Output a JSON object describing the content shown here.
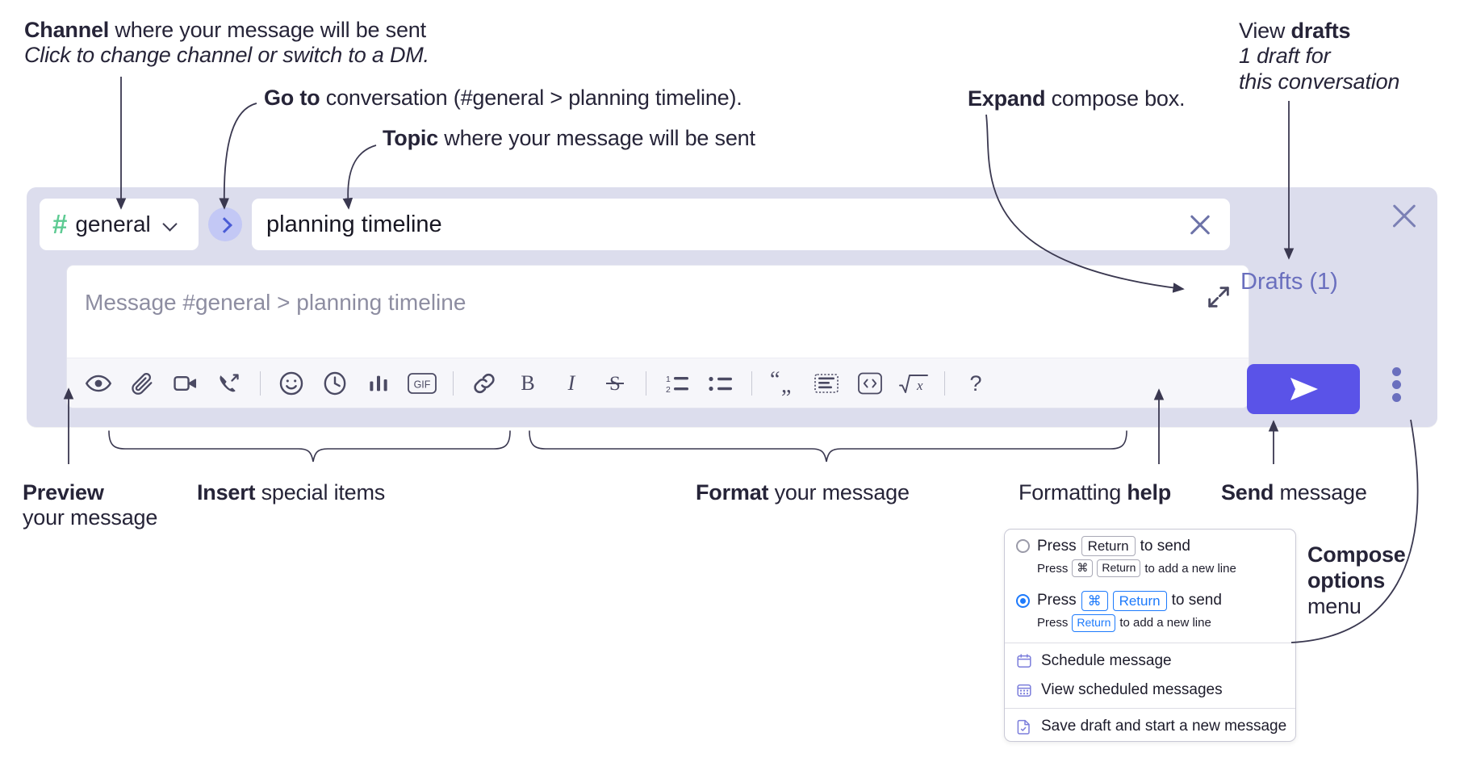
{
  "annotations": {
    "channel": {
      "bold": "Channel",
      "rest": " where your message will be sent",
      "italic": "Click to change channel or switch to a DM."
    },
    "goto": {
      "bold": "Go to",
      "rest": " conversation (#general > planning timeline)."
    },
    "topic": {
      "bold": "Topic",
      "rest": " where your message will be sent"
    },
    "expand": {
      "bold": "Expand",
      "rest": " compose box."
    },
    "drafts": {
      "line1_plain": "View ",
      "line1_bold": "drafts",
      "line2": "1 draft for",
      "line3": "this conversation"
    },
    "preview": {
      "bold": "Preview",
      "line2": "your message"
    },
    "insert": {
      "bold": "Insert",
      "rest": " special items"
    },
    "format": {
      "bold": "Format",
      "rest": " your message"
    },
    "help": {
      "plain": "Formatting ",
      "bold": "help"
    },
    "send": {
      "bold": "Send",
      "rest": " message"
    },
    "compose_options": {
      "bold1": "Compose",
      "bold2": "options",
      "plain": "menu"
    }
  },
  "compose": {
    "channel": {
      "hash": "#",
      "name": "general"
    },
    "topic": {
      "value": "planning timeline"
    },
    "message": {
      "placeholder": "Message #general > planning timeline"
    },
    "drafts_label": "Drafts (1)",
    "toolbar": [
      {
        "name": "preview-icon",
        "label": "Preview"
      },
      {
        "name": "attachment-icon",
        "label": "Attach file"
      },
      {
        "name": "video-icon",
        "label": "Video clip"
      },
      {
        "name": "audio-clip-icon",
        "label": "Audio clip"
      },
      {
        "name": "separator",
        "label": ""
      },
      {
        "name": "emoji-icon",
        "label": "Emoji"
      },
      {
        "name": "clock-icon",
        "label": "Reminder"
      },
      {
        "name": "poll-icon",
        "label": "Poll"
      },
      {
        "name": "gif-icon",
        "label": "GIF"
      },
      {
        "name": "separator",
        "label": ""
      },
      {
        "name": "link-icon",
        "label": "Link"
      },
      {
        "name": "bold-icon",
        "label": "B"
      },
      {
        "name": "italic-icon",
        "label": "I"
      },
      {
        "name": "strikethrough-icon",
        "label": "S"
      },
      {
        "name": "separator",
        "label": ""
      },
      {
        "name": "ordered-list-icon",
        "label": "Ordered list"
      },
      {
        "name": "bulleted-list-icon",
        "label": "Bulleted list"
      },
      {
        "name": "separator",
        "label": ""
      },
      {
        "name": "blockquote-icon",
        "label": "Blockquote"
      },
      {
        "name": "code-block-icon",
        "label": "Code block"
      },
      {
        "name": "code-icon",
        "label": "Code"
      },
      {
        "name": "math-icon",
        "label": "Math"
      },
      {
        "name": "separator",
        "label": ""
      },
      {
        "name": "help-icon",
        "label": "?"
      }
    ]
  },
  "options_menu": {
    "option_1": {
      "selected": false,
      "main_prefix": "Press",
      "main_key": "Return",
      "main_suffix": "to send",
      "sub_prefix": "Press",
      "sub_key_1": "⌘",
      "sub_key_2": "Return",
      "sub_suffix": "to add a new line"
    },
    "option_2": {
      "selected": true,
      "main_prefix": "Press",
      "main_key_1": "⌘",
      "main_key_2": "Return",
      "main_suffix": "to send",
      "sub_prefix": "Press",
      "sub_key": "Return",
      "sub_suffix": "to add a new line"
    },
    "items": [
      {
        "icon": "calendar-icon",
        "label": "Schedule message"
      },
      {
        "icon": "calendar-grid-icon",
        "label": "View scheduled messages"
      },
      {
        "icon": "save-draft-icon",
        "label": "Save draft and start a new message"
      }
    ]
  },
  "colors": {
    "panel_bg": "#dcdded",
    "send_button": "#5a53e8",
    "hash_green": "#5ecb93",
    "goto_bg": "#c3c8f5",
    "drafts_text": "#6a6fbe",
    "accent_blue": "#1d7afc",
    "menu_icon_purple": "#7b7ddb"
  }
}
